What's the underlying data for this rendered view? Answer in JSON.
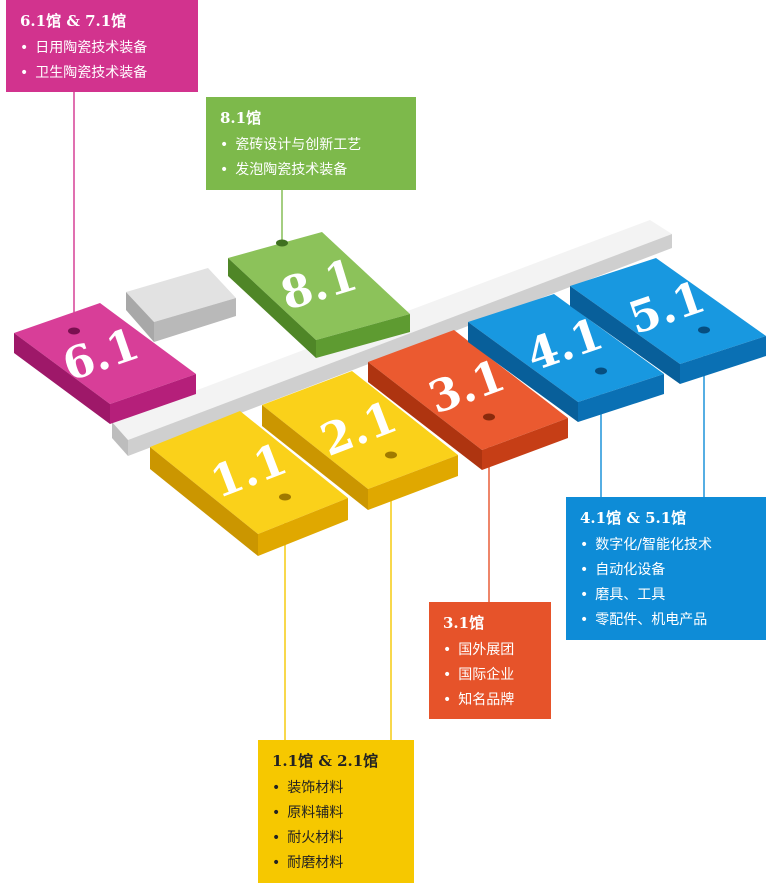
{
  "colors": {
    "pink": "#D2338E",
    "green": "#7DB94B",
    "yellow": "#F6C800",
    "orange": "#E6532A",
    "blue": "#0E8CD7",
    "gray": "#D0D0D0"
  },
  "halls": [
    {
      "id": "6.1",
      "label": "6.1",
      "color": "pink"
    },
    {
      "id": "8.1",
      "label": "8.1",
      "color": "green"
    },
    {
      "id": "1.1",
      "label": "1.1",
      "color": "yellow"
    },
    {
      "id": "2.1",
      "label": "2.1",
      "color": "yellow"
    },
    {
      "id": "3.1",
      "label": "3.1",
      "color": "orange"
    },
    {
      "id": "4.1",
      "label": "4.1",
      "color": "blue"
    },
    {
      "id": "5.1",
      "label": "5.1",
      "color": "blue"
    }
  ],
  "info_boxes": [
    {
      "id": "box-6-7",
      "title": "6.1馆 & 7.1馆",
      "items": [
        "日用陶瓷技术装备",
        "卫生陶瓷技术装备"
      ],
      "color": "pink"
    },
    {
      "id": "box-8",
      "title": "8.1馆",
      "items": [
        "瓷砖设计与创新工艺",
        "发泡陶瓷技术装备"
      ],
      "color": "green"
    },
    {
      "id": "box-4-5",
      "title": "4.1馆 & 5.1馆",
      "items": [
        "数字化/智能化技术",
        "自动化设备",
        "磨具、工具",
        "零配件、机电产品"
      ],
      "color": "blue"
    },
    {
      "id": "box-3",
      "title": "3.1馆",
      "items": [
        "国外展团",
        "国际企业",
        "知名品牌"
      ],
      "color": "orange"
    },
    {
      "id": "box-1-2",
      "title": "1.1馆 & 2.1馆",
      "items": [
        "装饰材料",
        "原料辅料",
        "耐火材料",
        "耐磨材料"
      ],
      "color": "yellow"
    }
  ]
}
